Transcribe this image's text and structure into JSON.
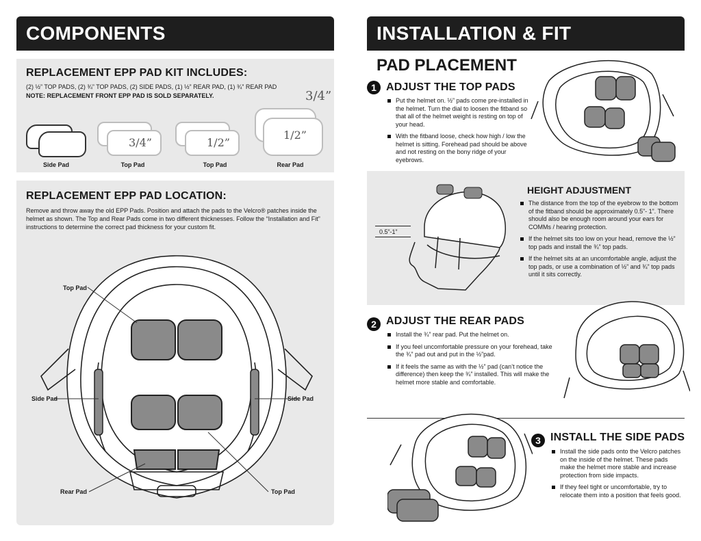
{
  "components": {
    "title": "COMPONENTS",
    "kit": {
      "heading": "REPLACEMENT EPP PAD KIT INCLUDES:",
      "line1": "(2) ½” TOP PADS, (2) ¾” TOP PADS, (2) SIDE PADS, (1) ½” REAR PAD, (1) ¾” REAR PAD",
      "note": "NOTE: REPLACEMENT FRONT EPP PAD IS SOLD SEPARATELY.",
      "pads": [
        {
          "label": "Side Pad",
          "thickness": ""
        },
        {
          "label": "Top Pad",
          "thickness": "3/4”"
        },
        {
          "label": "Top Pad",
          "thickness": "1/2”"
        },
        {
          "label": "Rear Pad",
          "thickness": "1/2”"
        }
      ],
      "rear_extra_thickness": "3/4”"
    },
    "location": {
      "heading": "REPLACEMENT EPP PAD LOCATION:",
      "text": "Remove and throw away the old EPP Pads. Position and attach the pads to the Velcro® patches inside the helmet as shown. The Top and Rear Pads come in two different thicknesses. Follow the “Installation and Fit” instructions to determine the correct pad thickness for your custom fit.",
      "labels": {
        "top_pad_upper": "Top Pad",
        "side_pad_left": "Side Pad",
        "side_pad_right": "Side Pad",
        "rear_pad": "Rear Pad",
        "top_pad_lower": "Top Pad"
      }
    }
  },
  "installation": {
    "title": "INSTALLATION & FIT",
    "placement_heading": "PAD PLACEMENT",
    "step1": {
      "number": "1",
      "title": "ADJUST THE TOP PADS",
      "bullets": [
        "Put the helmet on. ½” pads come pre-installed in the helmet. Turn the dial to loosen the fitband so that all of the helmet weight is resting on top of your head.",
        "With the fitband loose, check how high / low the helmet is sitting. Forehead pad should be above and not resting on the bony ridge of your eyebrows."
      ]
    },
    "height": {
      "title": "HEIGHT ADJUSTMENT",
      "measure_label": "0.5”-1”",
      "bullets": [
        "The distance from the top of the eyebrow to the bottom of the fitband should be approximately 0.5”- 1”. There should also be enough room around your ears for COMMs / hearing protection.",
        "If the helmet sits too low on your head, remove the ½” top pads and install the ¾” top pads.",
        "If the helmet sits at an uncomfortable angle, adjust the top pads, or use a combination of ½” and ¾” top pads until it sits correctly."
      ]
    },
    "step2": {
      "number": "2",
      "title": "ADJUST THE REAR PADS",
      "bullets": [
        "Install the ¾” rear pad. Put the helmet on.",
        "If you feel uncomfortable pressure on your forehead, take the ¾” pad out and put in the ½”pad.",
        "If it feels the same as with the ½” pad (can’t notice the difference) then keep the ¾” installed. This will make the helmet more stable and comfortable."
      ]
    },
    "step3": {
      "number": "3",
      "title": "INSTALL THE SIDE PADS",
      "bullets": [
        "Install the side pads onto the Velcro patches on the inside of the helmet. These pads make the helmet more stable and increase protection from side impacts.",
        "If they feel tight or uncomfortable, try to relocate them into a position that feels good."
      ]
    }
  }
}
